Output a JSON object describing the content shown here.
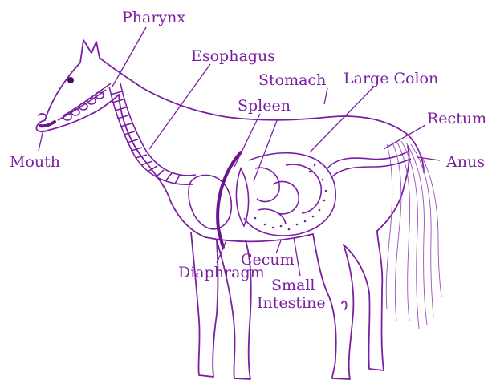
{
  "labels": {
    "pharynx": "Pharynx",
    "esophagus": "Esophagus",
    "stomach": "Stomach",
    "large_colon": "Large Colon",
    "spleen": "Spleen",
    "rectum": "Rectum",
    "mouth": "Mouth",
    "anus": "Anus",
    "cecum": "Cecum",
    "diaphragm": "Diaphragm",
    "small_intestine_line1": "Small",
    "small_intestine_line2": "Intestine"
  },
  "colors": {
    "ink": "#7a1fa2",
    "background": "#ffffff"
  }
}
